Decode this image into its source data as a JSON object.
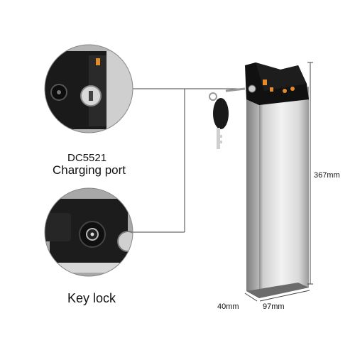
{
  "callouts": {
    "top": {
      "line1": "DC5521",
      "line2": "Charging port"
    },
    "bottom": {
      "label": "Key lock"
    }
  },
  "dimensions": {
    "height": "367mm",
    "depth": "40mm",
    "width": "97mm"
  },
  "colors": {
    "battery_body": "#dcdcdc",
    "battery_cap": "#111111",
    "accent_orange": "#e48a2a",
    "dimension_line": "#444444"
  }
}
